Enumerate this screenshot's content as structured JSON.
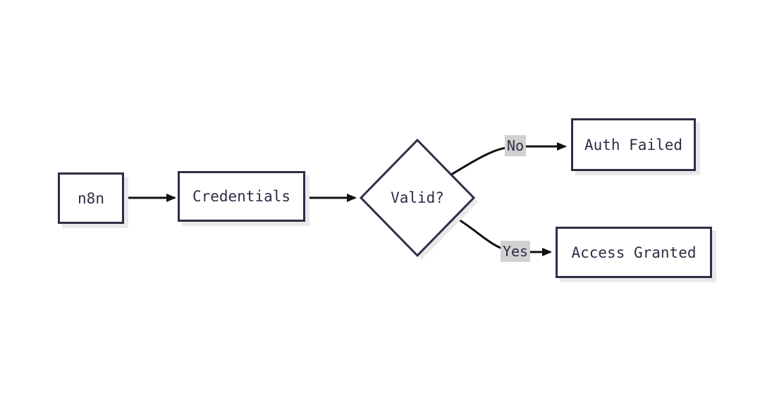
{
  "diagram": {
    "type": "flowchart",
    "direction": "left-to-right",
    "nodes": [
      {
        "id": "n8n",
        "label": "n8n",
        "shape": "rectangle"
      },
      {
        "id": "credentials",
        "label": "Credentials",
        "shape": "rectangle"
      },
      {
        "id": "valid",
        "label": "Valid?",
        "shape": "diamond"
      },
      {
        "id": "auth-failed",
        "label": "Auth Failed",
        "shape": "rectangle"
      },
      {
        "id": "access-granted",
        "label": "Access Granted",
        "shape": "rectangle"
      }
    ],
    "edges": [
      {
        "from": "n8n",
        "to": "credentials",
        "label": ""
      },
      {
        "from": "credentials",
        "to": "valid",
        "label": ""
      },
      {
        "from": "valid",
        "to": "auth-failed",
        "label": "No"
      },
      {
        "from": "valid",
        "to": "access-granted",
        "label": "Yes"
      }
    ],
    "colors": {
      "background": "#ffffff",
      "node_fill": "#ffffff",
      "node_border": "#2d2e45",
      "node_text": "#2d2e45",
      "edge_line": "#111111",
      "edge_label_background": "#d1d1d1",
      "shadow": "#e9e9e9"
    }
  }
}
